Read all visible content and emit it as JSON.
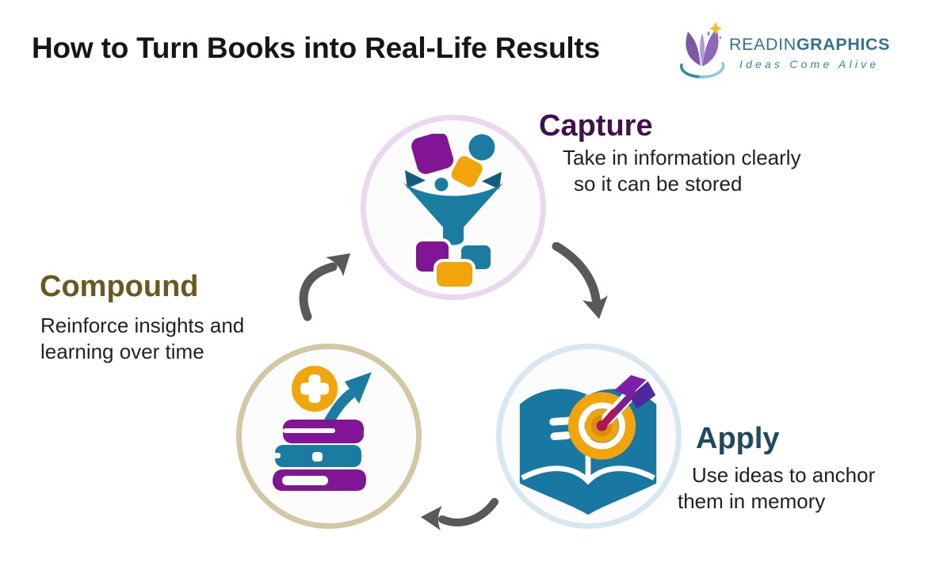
{
  "title": "How to Turn Books into Real-Life Results",
  "logo": {
    "name_light": "READIN",
    "name_bold": "GRAPHICS",
    "tagline": "Ideas Come Alive"
  },
  "steps": [
    {
      "id": "capture",
      "label": "Capture",
      "line1": "Take in information clearly",
      "line2": "so it can be stored",
      "heading_color": "#41114e",
      "ring_color": "#e9d9ef",
      "icon": "funnel-icon"
    },
    {
      "id": "apply",
      "label": "Apply",
      "line1": "Use ideas to anchor",
      "line2": "them in memory",
      "heading_color": "#1d4a5e",
      "ring_color": "#d9e8f0",
      "icon": "book-target-icon"
    },
    {
      "id": "compound",
      "label": "Compound",
      "line1": "Reinforce insights and",
      "line2": "learning over time",
      "heading_color": "#6b591c",
      "ring_color": "#d3c8a5",
      "icon": "books-growth-icon"
    }
  ],
  "arrows": [
    {
      "from": "capture",
      "to": "apply",
      "icon": "curved-arrow-down"
    },
    {
      "from": "apply",
      "to": "compound",
      "icon": "curved-arrow-left"
    },
    {
      "from": "compound",
      "to": "capture",
      "icon": "curved-arrow-up"
    }
  ],
  "palette": {
    "teal": "#1b7ca1",
    "dark_teal": "#135c7e",
    "purple": "#821596",
    "orange": "#f2a40b",
    "ochre": "#db8e0b",
    "magenta": "#ab1457",
    "dart_violet": "#4b2a9e",
    "arrow_gray": "#59595a",
    "logo_blue": "#2f7493"
  }
}
